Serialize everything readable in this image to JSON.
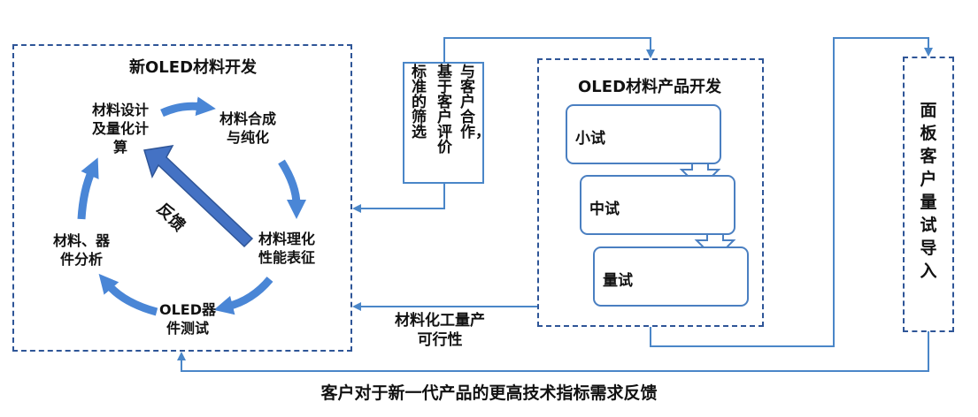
{
  "new_material": {
    "title": "新OLED材料开发",
    "cycle": [
      {
        "line1": "材料设计",
        "line2": "及量化计",
        "line3": "算"
      },
      {
        "line1": "材料合成",
        "line2": "与纯化"
      },
      {
        "line1": "材料理化",
        "line2": "性能表征"
      },
      {
        "line1": "OLED器",
        "line2": "件测试"
      },
      {
        "line1": "材料、器",
        "line2": "件分析"
      }
    ],
    "feedback": "反馈"
  },
  "screening": {
    "col1": "标准的筛选",
    "col2": "基于客户评价",
    "col3": "与客户合作，"
  },
  "product_dev": {
    "title": "OLED材料产品开发",
    "stages": [
      "小试",
      "中试",
      "量试"
    ]
  },
  "panel": {
    "text": "面板客户量试导入"
  },
  "industrial": {
    "line1": "材料化工量产",
    "line2": "可行性"
  },
  "bottom_feedback": "客户对于新一代产品的更高技术指标需求反馈",
  "colors": {
    "dash_border": "#2e5597",
    "line": "#4a86c8",
    "cycle_arrow": "#4a86d6",
    "feedback_arrow": "#4472c4"
  }
}
